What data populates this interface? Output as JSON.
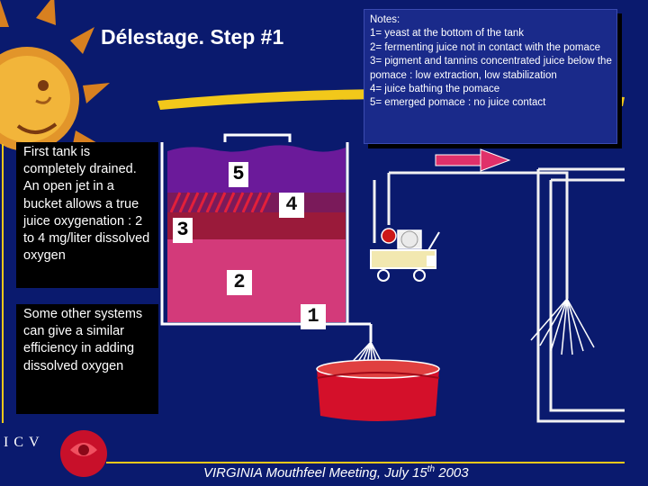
{
  "slide": {
    "title": "Délestage. Step #1",
    "notes_heading": "Notes:",
    "notes": [
      "1= yeast at the bottom of the tank",
      "2= fermenting juice not in contact with the pomace",
      "3= pigment and tannins concentrated juice below the pomace : low extraction, low stabilization",
      "4= juice bathing the pomace",
      "5= emerged pomace : no juice contact"
    ],
    "left_box_1": "First tank is completely drained. An open jet in a bucket allows a true juice oxygenation : 2 to 4 mg/liter dissolved oxygen",
    "left_box_2": "Some other systems can give a similar efficiency in adding dissolved oxygen",
    "footer_text": "VIRGINIA Mouthfeel Meeting, July 15",
    "footer_sup": "th",
    "footer_year": " 2003",
    "logo_text": "ICV"
  },
  "diagram": {
    "labels": [
      "5",
      "4",
      "3",
      "2",
      "1"
    ]
  },
  "colors": {
    "background": "#0a1a6e",
    "pomace_purple": "#6b1a9a",
    "juice_dark": "#9a1a3a",
    "juice_pink": "#d33a7a",
    "arrow_fill": "#e0306a",
    "bucket_red": "#d4102a",
    "pipe_white": "#f2f2f2",
    "sun_gold": "#f2b53a"
  }
}
